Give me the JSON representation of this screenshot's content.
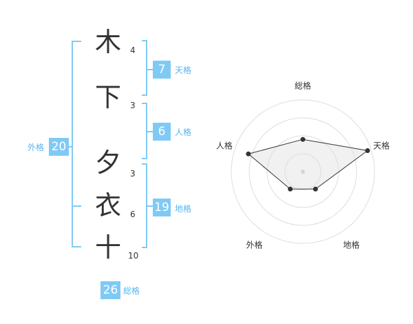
{
  "name_chars": [
    {
      "char": "木",
      "strokes": "4"
    },
    {
      "char": "下",
      "strokes": "3"
    },
    {
      "char": "夕",
      "strokes": "3"
    },
    {
      "char": "衣",
      "strokes": "6"
    },
    {
      "char": "十",
      "strokes": "10"
    }
  ],
  "kakusuu": {
    "tenkaku": {
      "value": "7",
      "label": "天格"
    },
    "jinkaku": {
      "value": "6",
      "label": "人格"
    },
    "chikaku": {
      "value": "19",
      "label": "地格"
    },
    "gaikaku": {
      "value": "20",
      "label": "外格"
    },
    "soukaku": {
      "value": "26",
      "label": "総格"
    }
  },
  "colors": {
    "accent": "#7fcaf5",
    "accent_text": "#55b6ee",
    "text": "#333333",
    "grid": "#dddddd"
  },
  "chart_data": {
    "type": "radar",
    "axes": [
      "総格",
      "天格",
      "地格",
      "外格",
      "人格"
    ],
    "values": [
      0.45,
      0.95,
      0.3,
      0.3,
      0.8
    ],
    "rings": 4,
    "range": [
      0,
      1
    ]
  }
}
